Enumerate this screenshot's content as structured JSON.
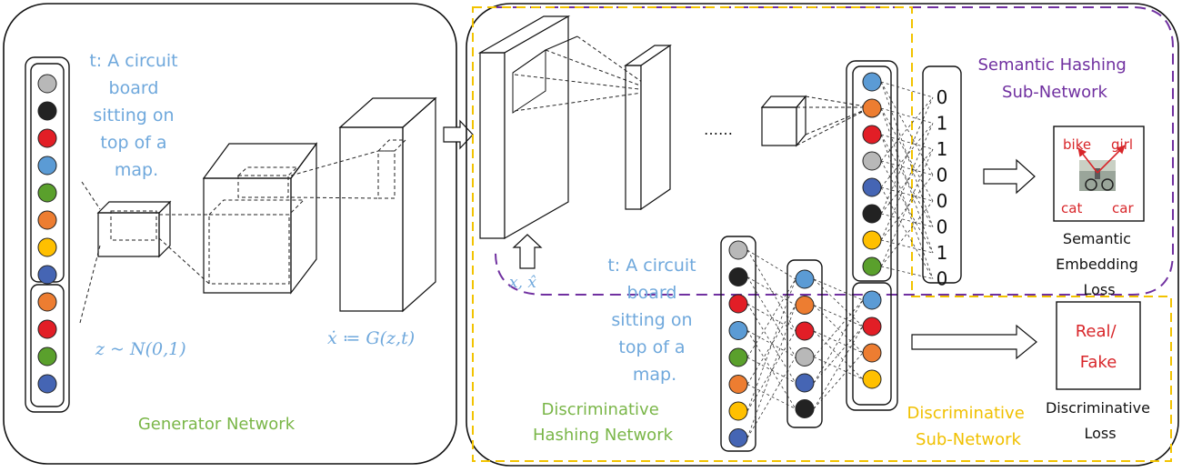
{
  "generator": {
    "caption": [
      "t: A circuit",
      "board",
      "sitting on",
      "top of a",
      "map."
    ],
    "noise_label": "z ~ N(0,1)",
    "output_label": "ẋ ≔ G(z,t)",
    "title": "Generator Network",
    "text_vector": [
      "gray",
      "black",
      "red",
      "lightblue",
      "green",
      "orange",
      "yellow",
      "blue"
    ],
    "noise_vector": [
      "orange",
      "red",
      "green",
      "blue"
    ]
  },
  "discriminator": {
    "input_label": "x, x̂",
    "ellipsis": "……",
    "caption": [
      "t: A circuit",
      "board",
      "sitting on",
      "top of a",
      "map."
    ],
    "title": [
      "Discriminative",
      "Hashing Network"
    ],
    "text_vector": [
      "gray",
      "black",
      "red",
      "lightblue",
      "green",
      "orange",
      "yellow",
      "blue"
    ],
    "text_hidden": [
      "lightblue",
      "orange",
      "red",
      "gray",
      "blue",
      "black"
    ],
    "feature_top": [
      "lightblue",
      "orange",
      "red",
      "gray",
      "blue",
      "black",
      "yellow",
      "green"
    ],
    "feature_bottom": [
      "lightblue",
      "red",
      "orange",
      "yellow"
    ]
  },
  "semantic": {
    "title": [
      "Semantic Hashing",
      "Sub-Network"
    ],
    "bits": [
      "0",
      "1",
      "1",
      "0",
      "0",
      "0",
      "1",
      "0"
    ],
    "words": [
      "bike",
      "girl",
      "cat",
      "car"
    ],
    "loss": [
      "Semantic",
      "Embedding",
      "Loss"
    ]
  },
  "discriminative": {
    "title": [
      "Discriminative",
      "Sub-Network"
    ],
    "output": [
      "Real/",
      "Fake"
    ],
    "loss": [
      "Discriminative",
      "Loss"
    ]
  },
  "palette": {
    "gray": "#b8b8b8",
    "black": "#222222",
    "red": "#e21e26",
    "lightblue": "#5b9bd5",
    "green": "#5aa02c",
    "orange": "#ed7d31",
    "yellow": "#ffc000",
    "blue": "#4565b4",
    "caption_text": "#6fa8dc",
    "generator_text": "#7ab648",
    "semantic_text": "#7030a0",
    "discrim_text": "#f0c000",
    "word_text": "#d8262a",
    "semantic_border": "#7030a0",
    "discrim_border": "#f2c300"
  }
}
